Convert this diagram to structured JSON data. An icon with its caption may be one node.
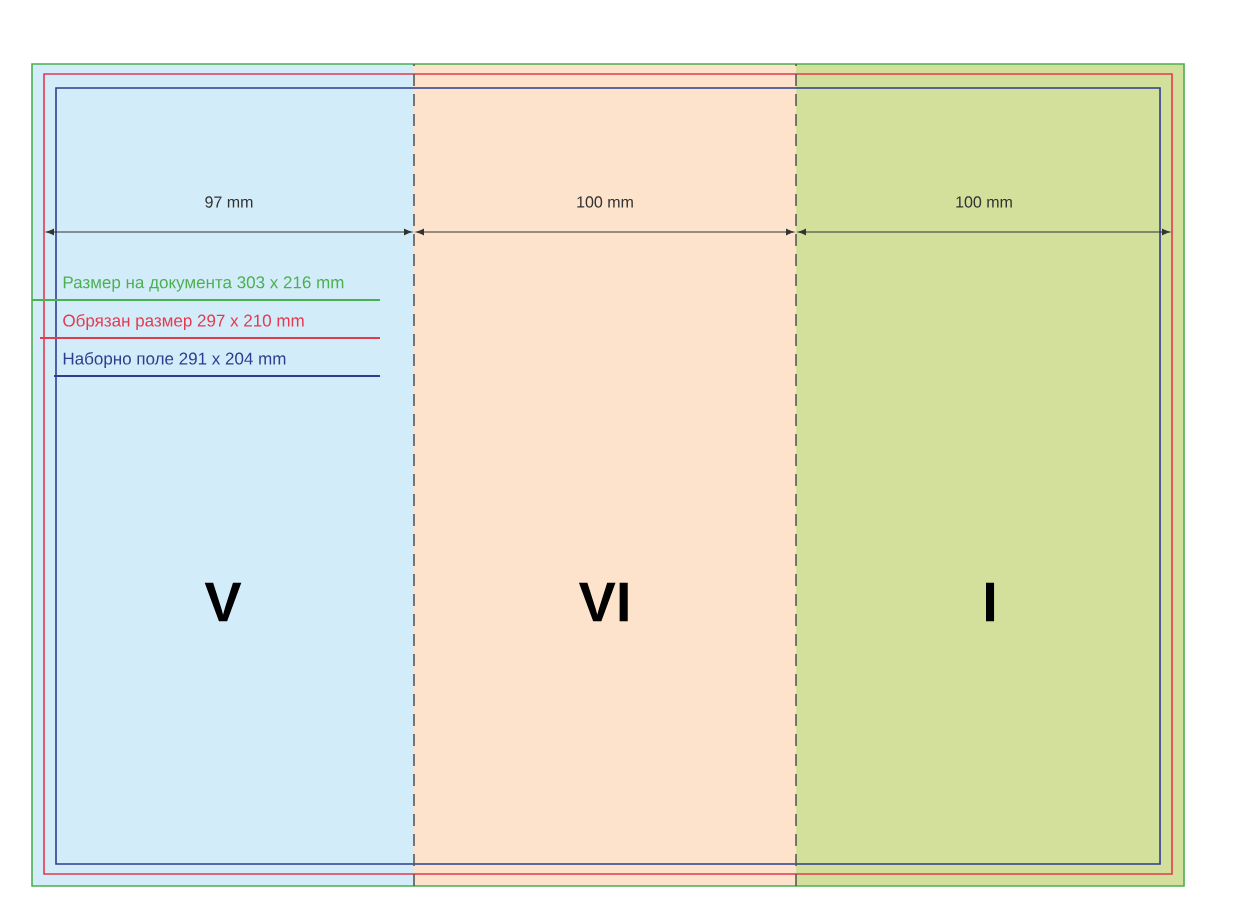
{
  "diagram": {
    "nodes": [
      {
        "text": [
          "V"
        ]
      },
      {
        "text": [
          "VI"
        ]
      },
      {
        "text": [
          "I"
        ]
      }
    ],
    "labels": [
      "97 mm",
      "100 mm",
      "100 mm"
    ],
    "legend": [
      {
        "text": "Размер на документа 303 x 216 mm"
      },
      {
        "text": "Обрязан размер 297 x 210 mm"
      },
      {
        "text": "Наборно поле 291 x 204 mm"
      }
    ]
  }
}
